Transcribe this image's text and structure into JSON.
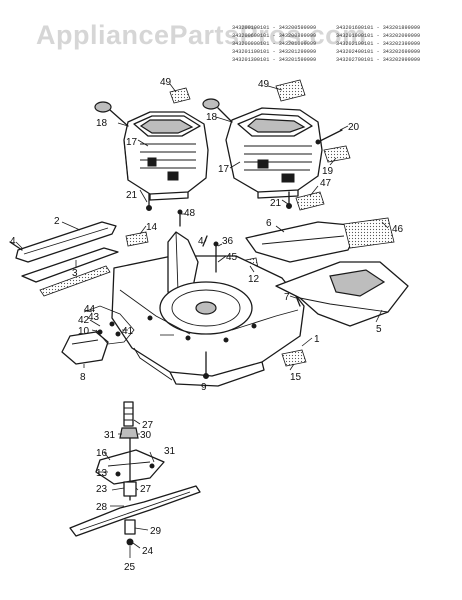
{
  "watermark": "AppliancePartsPros.com",
  "model_numbers": {
    "column_left": [
      "343200100101 - 343200599999",
      "343200600101 - 343200899999",
      "343200900101 - 343201099999",
      "343201100101 - 343201299999",
      "343201300101 - 343201599999"
    ],
    "column_right": [
      "343201600101 - 343201899999",
      "343201900101 - 343202099999",
      "343202100101 - 343202399999",
      "343202400101 - 343202699999",
      "343202700101 - 343202999999"
    ]
  },
  "callouts": [
    {
      "id": "c1",
      "label": "1"
    },
    {
      "id": "c2",
      "label": "2"
    },
    {
      "id": "c3",
      "label": "3"
    },
    {
      "id": "c4a",
      "label": "4"
    },
    {
      "id": "c4b",
      "label": "4"
    },
    {
      "id": "c5",
      "label": "5"
    },
    {
      "id": "c6",
      "label": "6"
    },
    {
      "id": "c7",
      "label": "7"
    },
    {
      "id": "c8",
      "label": "8"
    },
    {
      "id": "c9",
      "label": "9"
    },
    {
      "id": "c10",
      "label": "10"
    },
    {
      "id": "c12",
      "label": "12"
    },
    {
      "id": "c13",
      "label": "13"
    },
    {
      "id": "c14",
      "label": "14"
    },
    {
      "id": "c15",
      "label": "15"
    },
    {
      "id": "c16",
      "label": "16"
    },
    {
      "id": "c17a",
      "label": "17"
    },
    {
      "id": "c17b",
      "label": "17"
    },
    {
      "id": "c18a",
      "label": "18"
    },
    {
      "id": "c18b",
      "label": "18"
    },
    {
      "id": "c19",
      "label": "19"
    },
    {
      "id": "c20",
      "label": "20"
    },
    {
      "id": "c21a",
      "label": "21"
    },
    {
      "id": "c21b",
      "label": "21"
    },
    {
      "id": "c23",
      "label": "23"
    },
    {
      "id": "c24",
      "label": "24"
    },
    {
      "id": "c25",
      "label": "25"
    },
    {
      "id": "c27a",
      "label": "27"
    },
    {
      "id": "c27b",
      "label": "27"
    },
    {
      "id": "c28",
      "label": "28"
    },
    {
      "id": "c29",
      "label": "29"
    },
    {
      "id": "c30",
      "label": "30"
    },
    {
      "id": "c31a",
      "label": "31"
    },
    {
      "id": "c31b",
      "label": "31"
    },
    {
      "id": "c36",
      "label": "36"
    },
    {
      "id": "c41",
      "label": "41"
    },
    {
      "id": "c42",
      "label": "42"
    },
    {
      "id": "c43",
      "label": "43"
    },
    {
      "id": "c44",
      "label": "44"
    },
    {
      "id": "c45",
      "label": "45"
    },
    {
      "id": "c46",
      "label": "46"
    },
    {
      "id": "c47",
      "label": "47"
    },
    {
      "id": "c48",
      "label": "48"
    },
    {
      "id": "c49a",
      "label": "49"
    },
    {
      "id": "c49b",
      "label": "49"
    }
  ]
}
